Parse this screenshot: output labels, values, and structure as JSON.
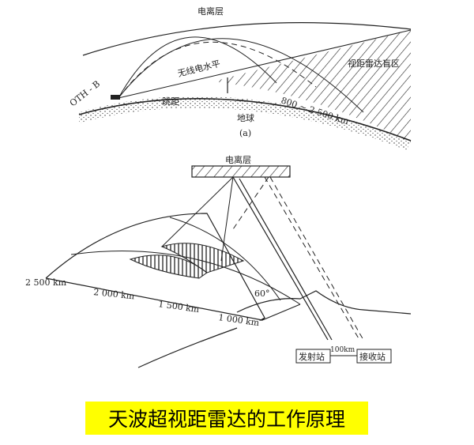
{
  "diagram_a": {
    "ionosphere": "电离层",
    "radar": "OTH - B",
    "radio_horizon": "无线电水平",
    "blind_zone": "视距雷达盲区",
    "skip_distance": "跳距",
    "range": "800 ~ 2 500 km",
    "earth": "地球",
    "figure_label": "(a)"
  },
  "diagram_b": {
    "ionosphere": "电离层",
    "distances": [
      "2 500 km",
      "2 000 km",
      "1 500 km",
      "1 000 km"
    ],
    "angle": "60°",
    "transmitter": "发射站",
    "separation": "100km",
    "receiver": "接收站"
  },
  "caption": "天波超视距雷达的工作原理",
  "colors": {
    "caption_bg": "#ffff00",
    "ink": "#222222"
  }
}
